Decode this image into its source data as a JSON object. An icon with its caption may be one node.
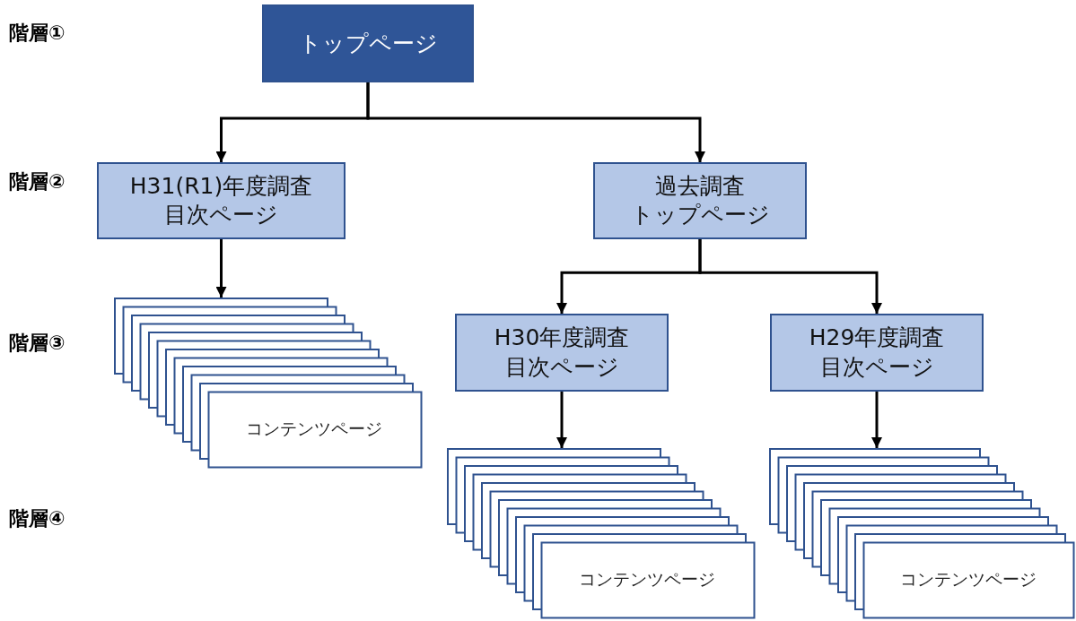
{
  "diagram": {
    "nodes": [
      {
        "text": [
          "トップページ"
        ]
      },
      {
        "text": [
          "H31(R1)年度調査目次ページ"
        ]
      },
      {
        "text": [
          "過去調査トップページ"
        ]
      },
      {
        "text": [
          "コンテンツページ"
        ]
      },
      {
        "text": [
          "H30年度調査目次ページ"
        ]
      },
      {
        "text": [
          "H29年度調査目次ページ"
        ]
      },
      {
        "text": [
          "コンテンツページ"
        ]
      },
      {
        "text": [
          "コンテンツページ"
        ]
      }
    ],
    "edges": [
      {
        "from": 0,
        "to": 1,
        "arrow": "to"
      },
      {
        "from": 0,
        "to": 2,
        "arrow": "to"
      },
      {
        "from": 1,
        "to": 3,
        "arrow": "to"
      },
      {
        "from": 2,
        "to": 4,
        "arrow": "to"
      },
      {
        "from": 2,
        "to": 5,
        "arrow": "to"
      },
      {
        "from": 4,
        "to": 6,
        "arrow": "to"
      },
      {
        "from": 5,
        "to": 7,
        "arrow": "to"
      }
    ],
    "labels": [
      "階層①",
      "階層②",
      "階層③",
      "階層④"
    ]
  }
}
